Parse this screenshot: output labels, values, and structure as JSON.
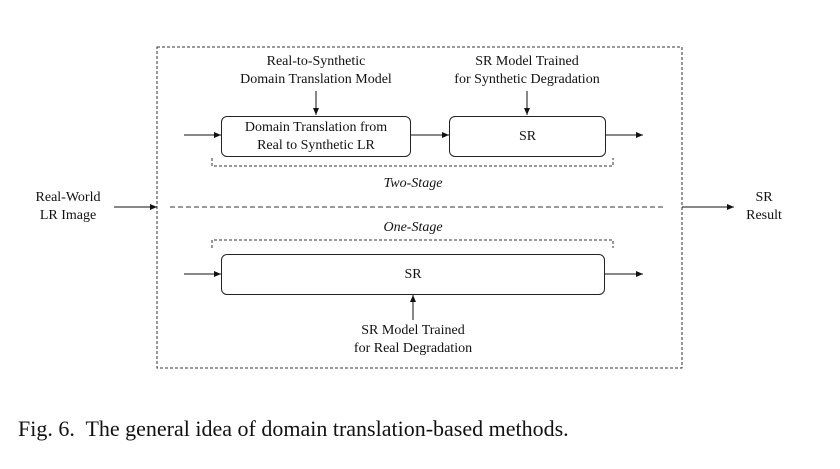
{
  "input_label": [
    "Real-World",
    "LR Image"
  ],
  "output_label": [
    "SR",
    "Result"
  ],
  "two_stage": {
    "section_label": "Two-Stage",
    "model1_label": [
      "Real-to-Synthetic",
      "Domain Translation Model"
    ],
    "model2_label": [
      "SR Model Trained",
      "for Synthetic Degradation"
    ],
    "box1_text": [
      "Domain Translation from",
      "Real to Synthetic LR"
    ],
    "box2_text": "SR"
  },
  "one_stage": {
    "section_label": "One-Stage",
    "box_text": "SR",
    "model_label": [
      "SR Model Trained",
      "for Real Degradation"
    ]
  },
  "caption": "Fig. 6.  The general idea of domain translation-based methods."
}
